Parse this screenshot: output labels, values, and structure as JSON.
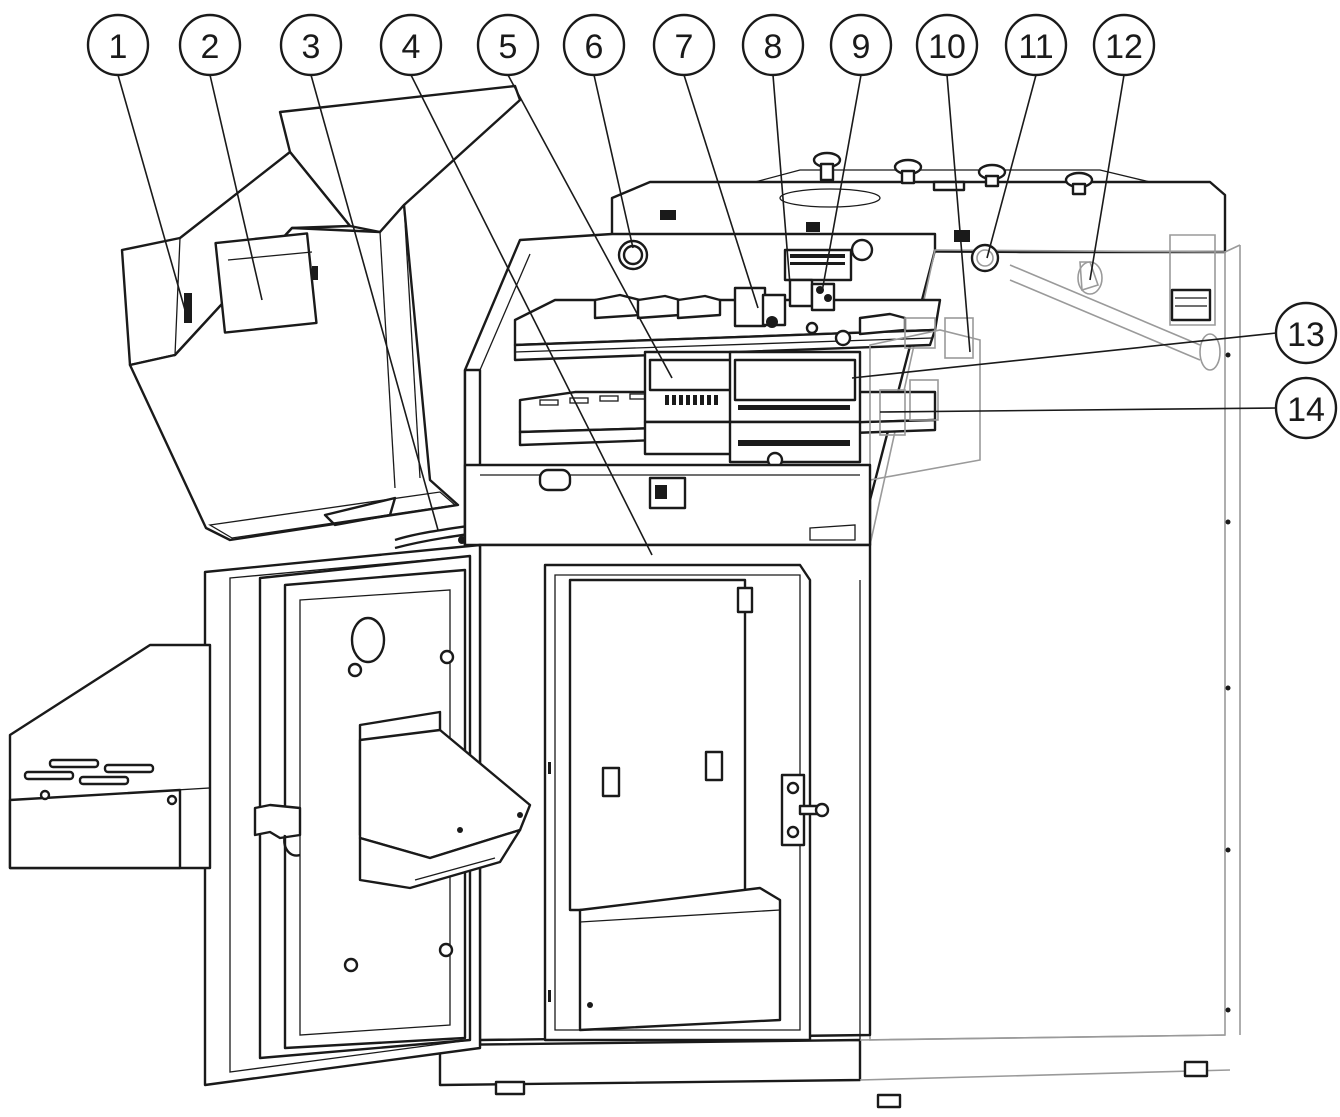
{
  "callouts": [
    {
      "label": "1"
    },
    {
      "label": "2"
    },
    {
      "label": "3"
    },
    {
      "label": "4"
    },
    {
      "label": "5"
    },
    {
      "label": "6"
    },
    {
      "label": "7"
    },
    {
      "label": "8"
    },
    {
      "label": "9"
    },
    {
      "label": "10"
    },
    {
      "label": "11"
    },
    {
      "label": "12"
    },
    {
      "label": "13"
    },
    {
      "label": "14"
    }
  ],
  "colors": {
    "line": "#1a1a1a",
    "background": "#ffffff",
    "ghost": "#9a9a9a"
  }
}
